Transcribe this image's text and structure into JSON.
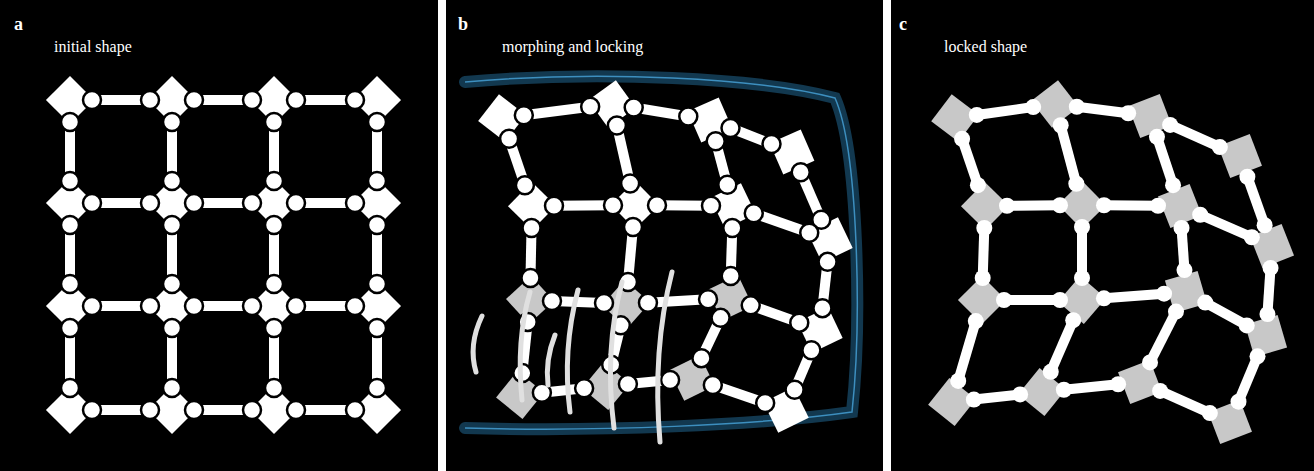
{
  "diagram": {
    "labels": [
      "a",
      "initial shape",
      "b",
      "morphing and locking",
      "c",
      "locked shape"
    ]
  }
}
